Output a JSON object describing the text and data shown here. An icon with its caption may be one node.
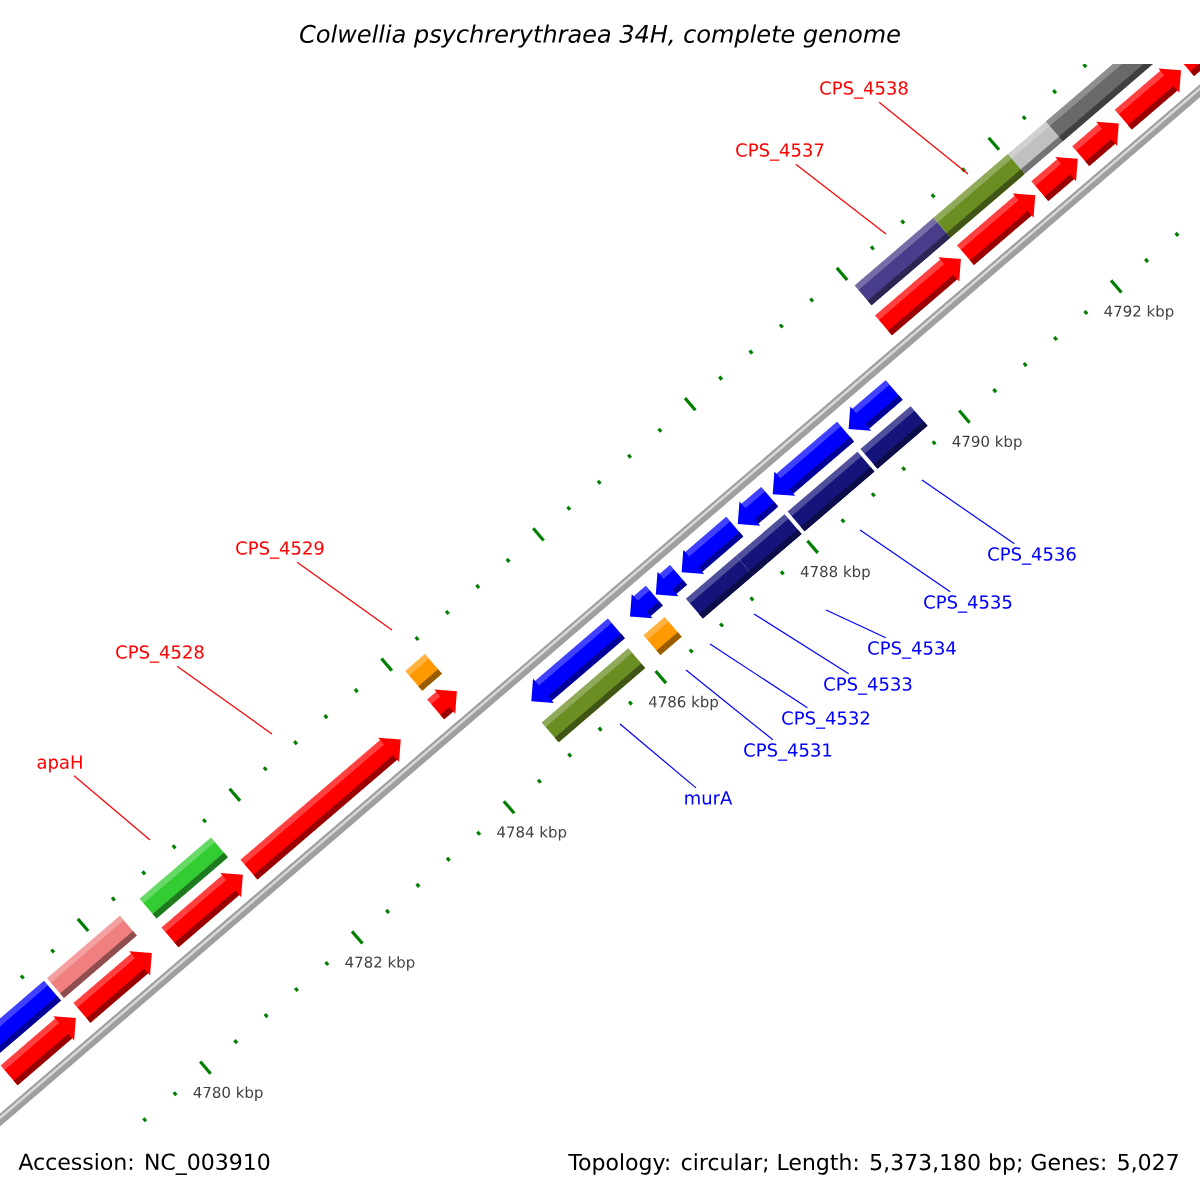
{
  "diagram": {
    "title": "Colwellia psychrerythraea 34H, complete genome",
    "nodes": [
      {
        "text": [
          "CPS_4538"
        ]
      },
      {
        "text": [
          "CPS_4537"
        ]
      },
      {
        "text": [
          "CPS_4529"
        ]
      },
      {
        "text": [
          "CPS_4528"
        ]
      },
      {
        "text": [
          "apaH"
        ]
      },
      {
        "text": [
          "CPS_4536"
        ]
      },
      {
        "text": [
          "CPS_4535"
        ]
      },
      {
        "text": [
          "CPS_4534"
        ]
      },
      {
        "text": [
          "CPS_4533"
        ]
      },
      {
        "text": [
          "CPS_4532"
        ]
      },
      {
        "text": [
          "CPS_4531"
        ]
      },
      {
        "text": [
          "murA"
        ]
      }
    ],
    "edges": [
      {
        "from": 0,
        "to": null,
        "arrow": "none",
        "color": "#ff0000"
      },
      {
        "from": 1,
        "to": null,
        "arrow": "none",
        "color": "#ff0000"
      },
      {
        "from": 2,
        "to": null,
        "arrow": "none",
        "color": "#ff0000"
      },
      {
        "from": 3,
        "to": null,
        "arrow": "none",
        "color": "#ff0000"
      },
      {
        "from": 4,
        "to": null,
        "arrow": "none",
        "color": "#ff0000"
      },
      {
        "from": 5,
        "to": null,
        "arrow": "none"
      },
      {
        "from": 6,
        "to": null,
        "arrow": "none"
      },
      {
        "from": 7,
        "to": null,
        "arrow": "none"
      },
      {
        "from": 8,
        "to": null,
        "arrow": "none"
      },
      {
        "from": 9,
        "to": null,
        "arrow": "none"
      },
      {
        "from": 10,
        "to": null,
        "arrow": "none"
      },
      {
        "from": 11,
        "to": null,
        "arrow": "none"
      }
    ],
    "labels": [
      "4792 kbp",
      "4790 kbp",
      "4788 kbp",
      "4786 kbp",
      "4784 kbp",
      "4782 kbp",
      "4780 kbp",
      "Accession: NC_003910",
      "Topology: circular; Length: 5,373,180 bp; Genes: 5,027"
    ]
  }
}
